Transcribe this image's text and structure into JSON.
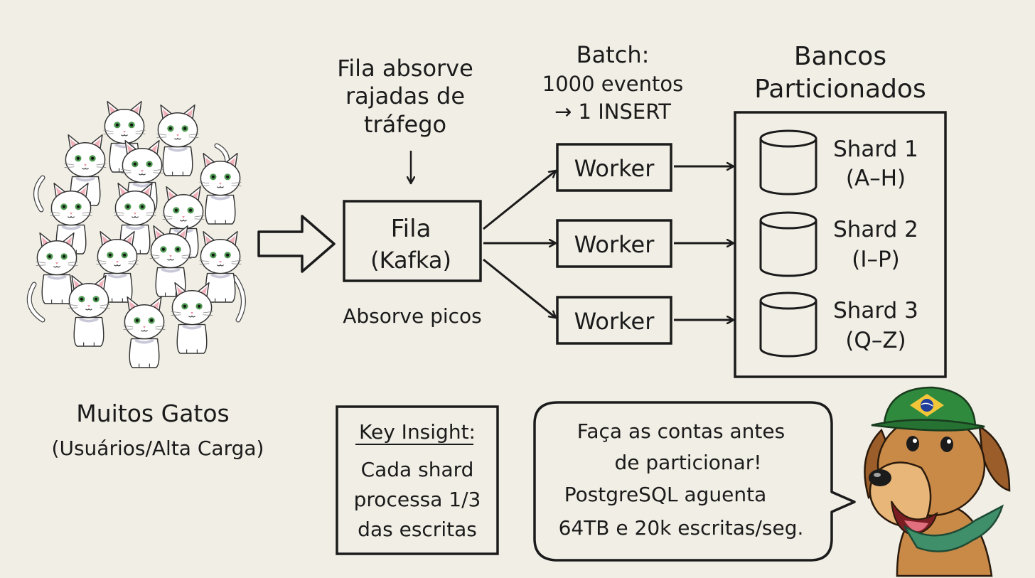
{
  "cats": {
    "title": "Muitos Gatos",
    "subtitle": "(Usuários/Alta Carga)"
  },
  "queue_note": {
    "line1": "Fila absorve",
    "line2": "rajadas de",
    "line3": "tráfego"
  },
  "queue": {
    "title": "Fila",
    "subtitle": "(Kafka)",
    "caption": "Absorve picos"
  },
  "batch": {
    "title": "Batch:",
    "line1": "1000 eventos",
    "line2": "→ 1 INSERT"
  },
  "workers": [
    {
      "label": "Worker"
    },
    {
      "label": "Worker"
    },
    {
      "label": "Worker"
    }
  ],
  "databases": {
    "title_line1": "Bancos",
    "title_line2": "Particionados",
    "shards": [
      {
        "name": "Shard 1",
        "range": "(A–H)"
      },
      {
        "name": "Shard 2",
        "range": "(I–P)"
      },
      {
        "name": "Shard 3",
        "range": "(Q–Z)"
      }
    ]
  },
  "insight": {
    "title": "Key Insight:",
    "line1": "Cada shard",
    "line2": "processa 1/3",
    "line3": "das escritas"
  },
  "speech": {
    "line1": "Faça as contas antes",
    "line2": "de particionar!",
    "line3": "PostgreSQL aguenta",
    "line4": "64TB e 20k escritas/seg."
  },
  "colors": {
    "background": "#f1eee5",
    "ink": "#1b1b1b",
    "cat_eyes": "#4f9a52",
    "dog_fur": "#c98a48",
    "cap_green": "#2f8a3e",
    "bandana": "#3f8f6a"
  }
}
